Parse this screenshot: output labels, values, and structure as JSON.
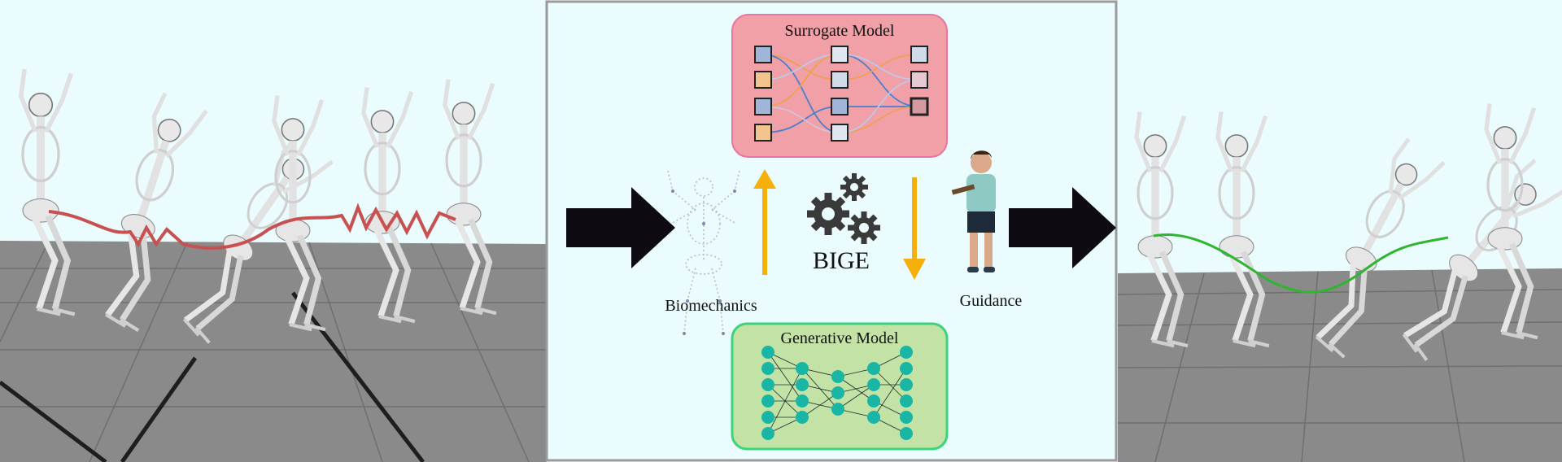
{
  "center": {
    "surrogate_title": "Surrogate Model",
    "generative_title": "Generative Model",
    "method_label": "BIGE",
    "biomechanics_label": "Biomechanics",
    "guidance_label": "Guidance"
  },
  "colors": {
    "surrogate_box": "#f0a0a6",
    "generative_box": "#c3e3a6",
    "generative_border": "#3bd47a",
    "node": "#19b5a5",
    "arrow_yellow": "#f5b00b",
    "sky": "#eafcfd",
    "floor": "#8a8a8a",
    "left_trajectory": "#c85050",
    "right_trajectory": "#2fb52f"
  },
  "icons": {
    "gears": "gears-icon",
    "big_arrows": "right-arrow-icon"
  }
}
